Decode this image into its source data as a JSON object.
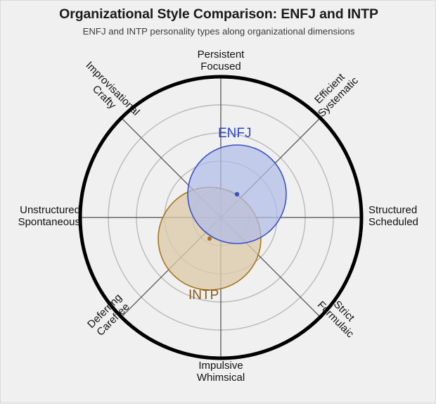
{
  "header": {
    "title": "Organizational Style Comparison: ENFJ and INTP",
    "subtitle": "ENFJ and INTP personality types along organizational dimensions"
  },
  "colors": {
    "background": "#f0f0f0",
    "outer_ring": "#000000",
    "grid_ring": "#b4b4b4",
    "spoke": "#4d4d4d",
    "enfj_fill": "#b0bce8",
    "enfj_stroke": "#3a53c8",
    "enfj_text": "#2b44c4",
    "intp_fill": "#ddcaa9",
    "intp_stroke": "#a5761b",
    "intp_text": "#8a5a14"
  },
  "chart_data": {
    "type": "scatter",
    "title": "Organizational Style Comparison: ENFJ and INTP",
    "subtitle": "ENFJ and INTP personality types along organizational dimensions",
    "xlabel": "",
    "ylabel": "",
    "grid": true,
    "legend_position": "inline-labels",
    "axis_count": 8,
    "ring_count": 5,
    "axes": [
      {
        "angle_deg": 90,
        "position": "top",
        "line1": "Persistent",
        "line2": "Focused"
      },
      {
        "angle_deg": 45,
        "position": "top-right",
        "line1": "Efficient",
        "line2": "Systematic"
      },
      {
        "angle_deg": 0,
        "position": "right",
        "line1": "Structured",
        "line2": "Scheduled"
      },
      {
        "angle_deg": -45,
        "position": "bottom-right",
        "line1": "Strict",
        "line2": "Formulaic"
      },
      {
        "angle_deg": -90,
        "position": "bottom",
        "line1": "Impulsive",
        "line2": "Whimsical"
      },
      {
        "angle_deg": -135,
        "position": "bottom-left",
        "line1": "Deferring",
        "line2": "Carefree"
      },
      {
        "angle_deg": 180,
        "position": "left",
        "line1": "Unstructured",
        "line2": "Spontaneous"
      },
      {
        "angle_deg": 135,
        "position": "top-left",
        "line1": "Improvisational",
        "line2": "Crafty"
      }
    ],
    "series": [
      {
        "name": "ENFJ",
        "center_x": 23,
        "center_y": 33,
        "radius": 70,
        "fill": "#b0bce8",
        "stroke": "#3a53c8",
        "label_x": 340,
        "label_y": 193
      },
      {
        "name": "INTP",
        "center_x": -16,
        "center_y": -30,
        "radius": 73,
        "fill": "#ddcaa9",
        "stroke": "#a5761b",
        "label_x": 296,
        "label_y": 424
      }
    ]
  }
}
